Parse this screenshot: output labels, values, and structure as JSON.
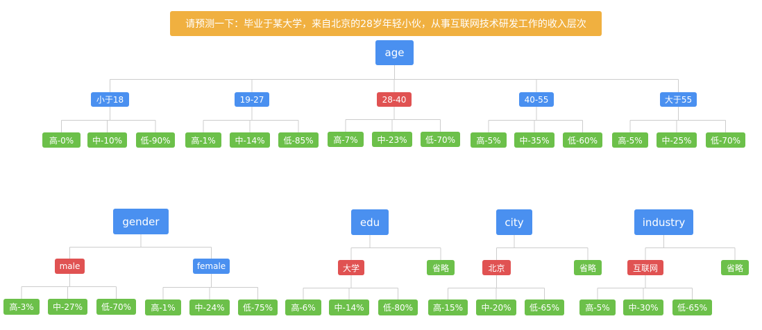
{
  "title": "请预测一下：毕业于某大学，来自北京的28岁年轻小伙，从事互联网技术研发工作的收入层次",
  "colors": {
    "blue": "#4a90f0",
    "red": "#e05252",
    "green": "#6cc04a",
    "title": "#f0b040",
    "line": "#cccccc"
  },
  "age": {
    "label": "age",
    "groups": [
      {
        "label": "小于18",
        "leaves": [
          "高-0%",
          "中-10%",
          "低-90%"
        ]
      },
      {
        "label": "19-27",
        "leaves": [
          "高-1%",
          "中-14%",
          "低-85%"
        ]
      },
      {
        "label": "28-40",
        "leaves": [
          "高-7%",
          "中-23%",
          "低-70%"
        ]
      },
      {
        "label": "40-55",
        "leaves": [
          "高-5%",
          "中-35%",
          "低-60%"
        ]
      },
      {
        "label": "大于55",
        "leaves": [
          "高-5%",
          "中-25%",
          "低-70%"
        ]
      }
    ]
  },
  "gender": {
    "label": "gender",
    "groups": [
      {
        "label": "male",
        "leaves": [
          "高-3%",
          "中-27%",
          "低-70%"
        ]
      },
      {
        "label": "female",
        "leaves": [
          "高-1%",
          "中-24%",
          "低-75%"
        ]
      }
    ]
  },
  "edu": {
    "label": "edu",
    "groups": [
      {
        "label": "大学",
        "leaves": [
          "高-6%",
          "中-14%",
          "低-80%"
        ]
      },
      {
        "label": "省略",
        "leaves": []
      }
    ]
  },
  "city": {
    "label": "city",
    "groups": [
      {
        "label": "北京",
        "leaves": [
          "高-15%",
          "中-20%",
          "低-65%"
        ]
      },
      {
        "label": "省略",
        "leaves": []
      }
    ]
  },
  "industry": {
    "label": "industry",
    "groups": [
      {
        "label": "互联网",
        "leaves": [
          "高-5%",
          "中-30%",
          "低-65%"
        ]
      },
      {
        "label": "省略",
        "leaves": []
      }
    ]
  }
}
